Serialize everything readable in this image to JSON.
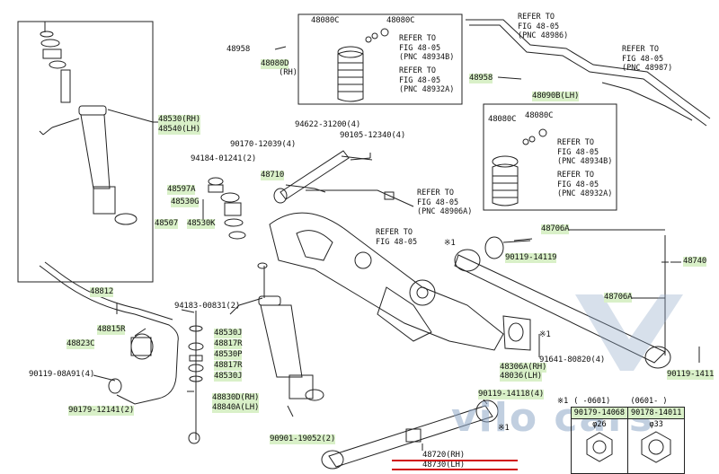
{
  "diagram": {
    "part_labels": {
      "p48080c_a": "48080C",
      "p48080c_b": "48080C",
      "p48958_a": "48958",
      "p48080d": "48080D",
      "p48080d_sub": "(RH)",
      "p48958_b": "48958",
      "p48090b": "48090B(LH)",
      "p48080c_c": "48080C",
      "p48080c_d": "48080C",
      "p48530": "48530(RH)",
      "p48540": "48540(LH)",
      "p94622": "94622-31200(4)",
      "p90170": "90170-12039(4)",
      "p90105": "90105-12340(4)",
      "p94184": "94184-01241(2)",
      "p48710": "48710",
      "p48597a": "48597A",
      "p48530g": "48530G",
      "p48507": "48507",
      "p48530k": "48530K",
      "p48706a_a": "48706A",
      "p90119_14119": "90119-14119",
      "p48740": "48740",
      "p48812": "48812",
      "p94183": "94183-00831(2)",
      "p48706a_b": "48706A",
      "p48815r": "48815R",
      "p48530j_a": "48530J",
      "p48823c": "48823C",
      "p48817r_a": "48817R",
      "p48530p": "48530P",
      "p48817r_b": "48817R",
      "p48530j_b": "48530J",
      "p90119_08a91": "90119-08A91(4)",
      "p48306a": "48306A(RH)",
      "p48036": "48036(LH)",
      "p91641": "91641-80820(4)",
      "p90119_1411x": "90119-1411",
      "p90119_14118": "90119-14118(4)",
      "p90179_12141": "90179-12141(2)",
      "p48830d": "48830D(RH)",
      "p48840a": "48840A(LH)",
      "p90901": "90901-19052(2)",
      "p48720": "48720(RH)",
      "p48730": "48730(LH)",
      "star1_a": "※1",
      "star1_b": "※1",
      "star1_c": "※1"
    },
    "refer_notes": {
      "r1": "REFER TO\nFIG 48-05\n(PNC 48986)",
      "r2": "REFER TO\nFIG 48-05\n(PNC 48987)",
      "r3": "REFER TO\nFIG 48-05\n(PNC 48934B)",
      "r4": "REFER TO\nFIG 48-05\n(PNC 48932A)",
      "r5": "REFER TO\nFIG 48-05\n(PNC 48934B)",
      "r6": "REFER TO\nFIG 48-05\n(PNC 48932A)",
      "r7": "REFER TO\nFIG 48-05\n(PNC 48906A)",
      "r8": "REFER TO\nFIG 48-05"
    },
    "inset_table": {
      "header_left": "※1",
      "col1_range": "(   -0601)",
      "col2_range": "(0601-   )",
      "col1_part": "90179-14068",
      "col2_part": "90178-14011",
      "col1_size": "φ26",
      "col2_size": "φ33"
    },
    "watermark": "vilo cars",
    "colors": {
      "highlight": "#d9f0c8",
      "line": "#222222",
      "underline": "#d01010",
      "watermark": "#8fa8c8"
    }
  }
}
